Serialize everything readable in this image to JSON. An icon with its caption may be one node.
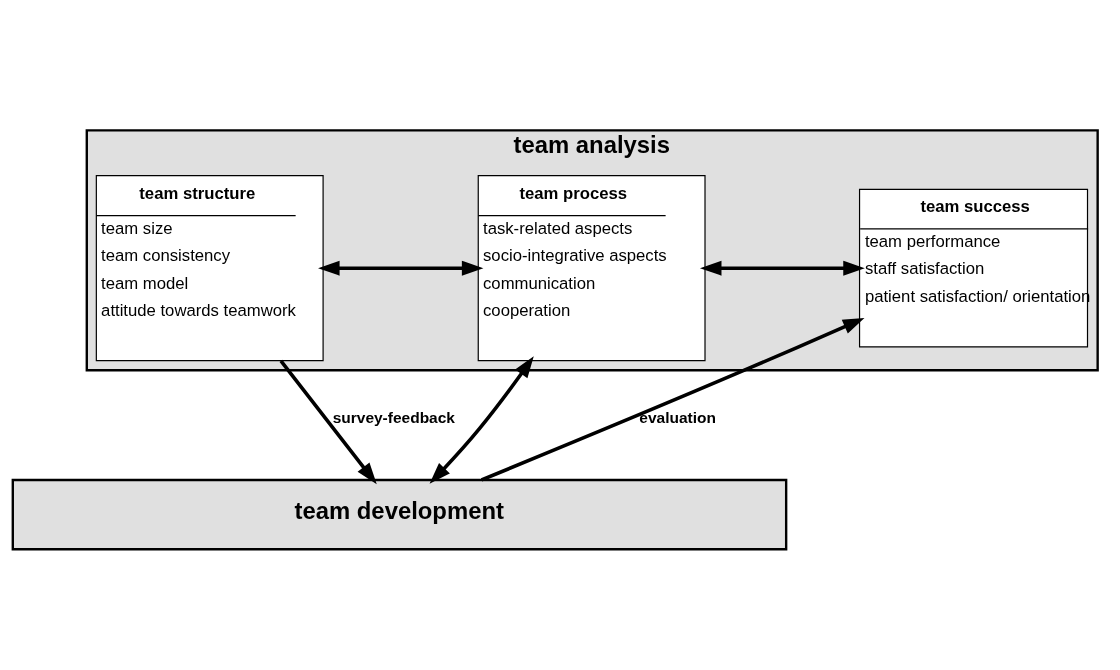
{
  "diagram": {
    "nodes": [
      {
        "text": [
          "team analysis"
        ]
      },
      {
        "text": [
          "team structure",
          "team size",
          "team consistency",
          "team model",
          "attitude towards teamwork"
        ],
        "in": 0
      },
      {
        "text": [
          "team process",
          "task-related aspects",
          "socio-integrative aspects",
          "communication",
          "cooperation"
        ],
        "in": 0
      },
      {
        "text": [
          "team success",
          "team performance",
          "staff satisfaction",
          "patient satisfaction/ orientation"
        ],
        "in": 0
      },
      {
        "text": [
          "team development"
        ]
      }
    ],
    "edges": [
      {
        "from": 1,
        "to": 2,
        "arrow": "both"
      },
      {
        "from": 2,
        "to": 3,
        "arrow": "both"
      },
      {
        "from": 1,
        "to": 4,
        "arrow": "to",
        "label": "survey-feedback"
      },
      {
        "from": 2,
        "to": 4,
        "arrow": "both"
      },
      {
        "from": 4,
        "to": 3,
        "arrow": "to",
        "label": "evaluation"
      }
    ]
  }
}
